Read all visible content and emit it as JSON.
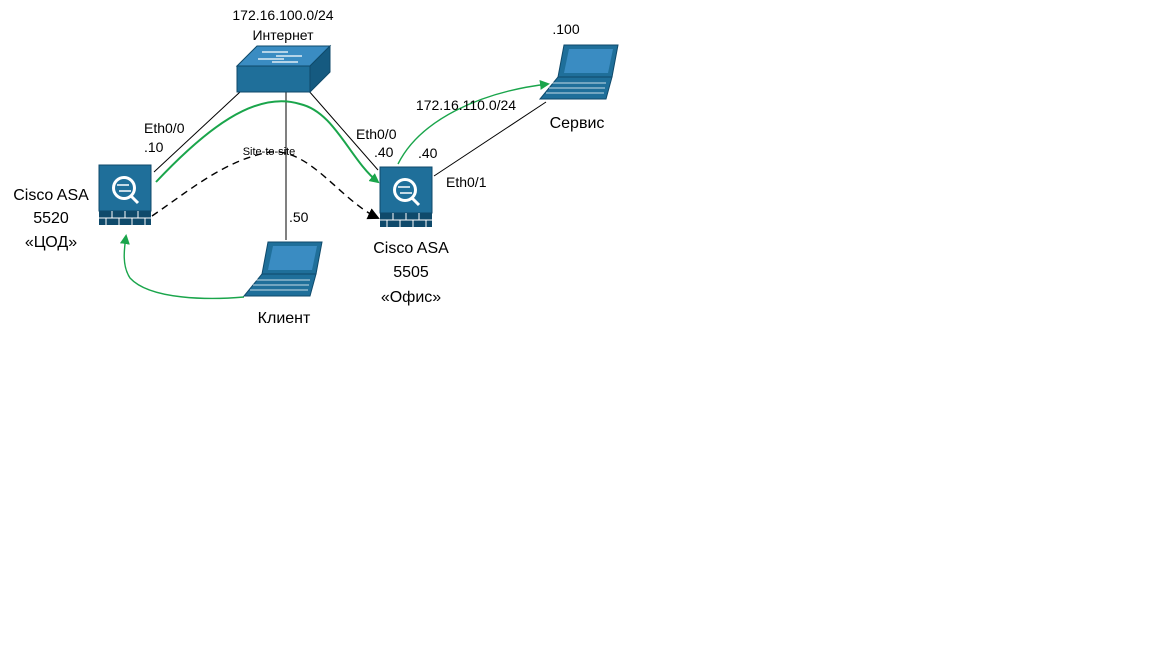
{
  "internet": {
    "subnet": "172.16.100.0/24",
    "name": "Интернет"
  },
  "asa_dc": {
    "model_line1": "Cisco ASA",
    "model_line2": "5520",
    "role": "«ЦОД»",
    "iface": "Eth0/0",
    "ip": ".10"
  },
  "asa_office": {
    "model_line1": "Cisco ASA",
    "model_line2": "5505",
    "role": "«Офис»",
    "iface_outside": "Eth0/0",
    "ip_outside": ".40",
    "iface_inside": "Eth0/1",
    "ip_inside": ".40"
  },
  "client": {
    "name": "Клиент",
    "ip": ".50"
  },
  "service": {
    "name": "Сервис",
    "ip": ".100",
    "subnet": "172.16.110.0/24"
  },
  "tunnel": {
    "label": "Site-to-site"
  },
  "icons": {
    "internet": "switch-icon",
    "asa": "firewall-icon",
    "hosts": "laptop-icon"
  },
  "colors": {
    "device": "#1f6f9a",
    "device_dark": "#0f4a6b",
    "traffic": "#1aa54b",
    "link": "#000000"
  }
}
